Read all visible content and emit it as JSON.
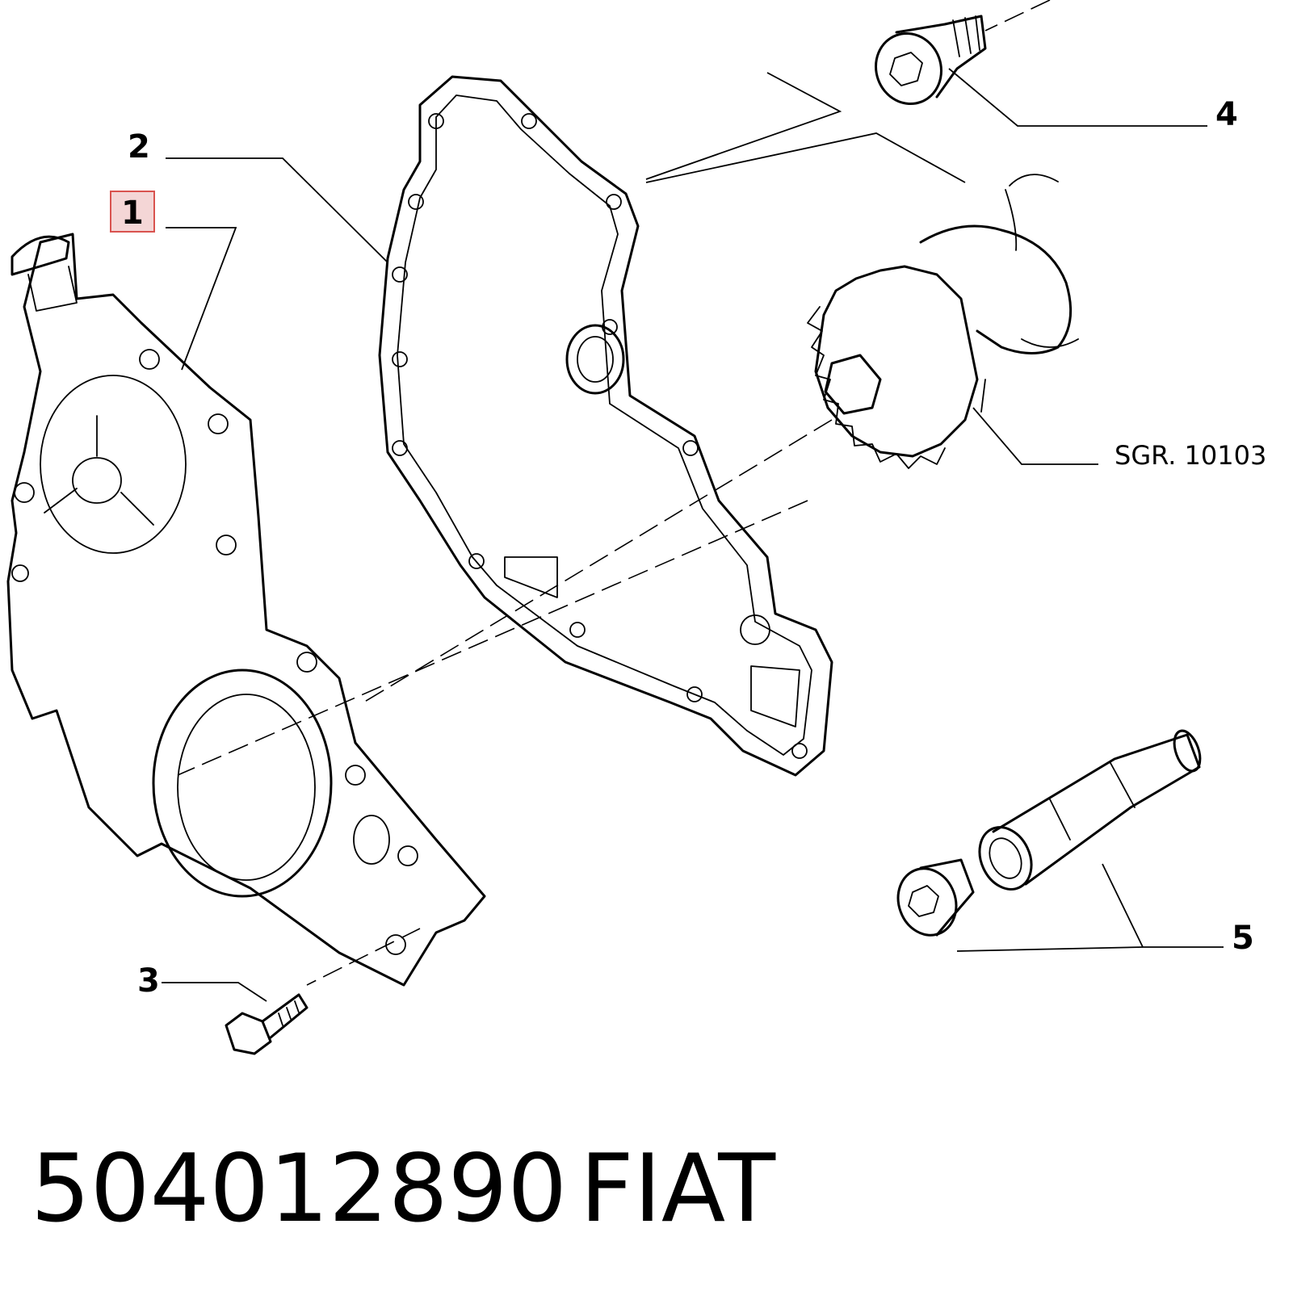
{
  "callouts": {
    "c1": "1",
    "c2": "2",
    "c3": "3",
    "c4": "4",
    "c5": "5",
    "ref": "SGR. 10103"
  },
  "footer": {
    "part_number": "504012890",
    "brand": "FIAT"
  },
  "colors": {
    "line": "#000000",
    "highlight_fill": "#f4d6d6",
    "highlight_stroke": "#d9534f",
    "background": "#ffffff"
  }
}
